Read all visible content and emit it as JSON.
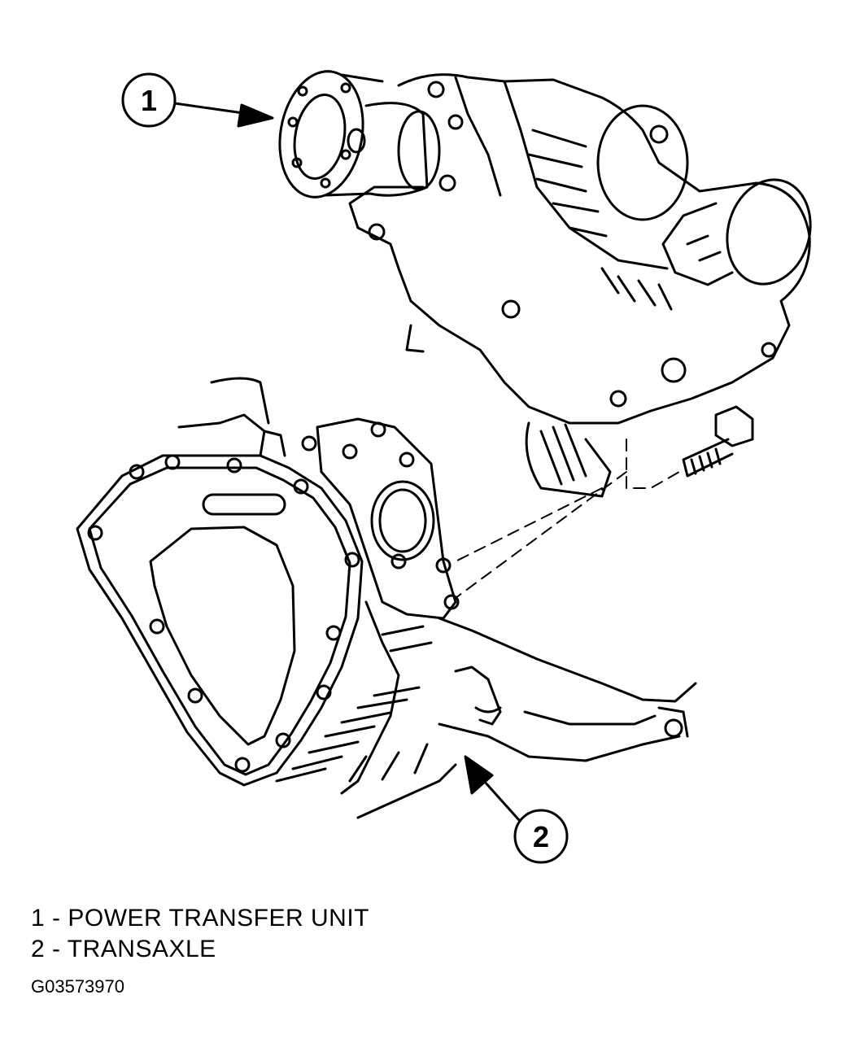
{
  "diagram": {
    "callouts": [
      {
        "number": "1"
      },
      {
        "number": "2"
      }
    ]
  },
  "legend": {
    "items": [
      {
        "text": "1 - POWER TRANSFER UNIT"
      },
      {
        "text": "2 - TRANSAXLE"
      }
    ]
  },
  "figure_id": "G03573970"
}
